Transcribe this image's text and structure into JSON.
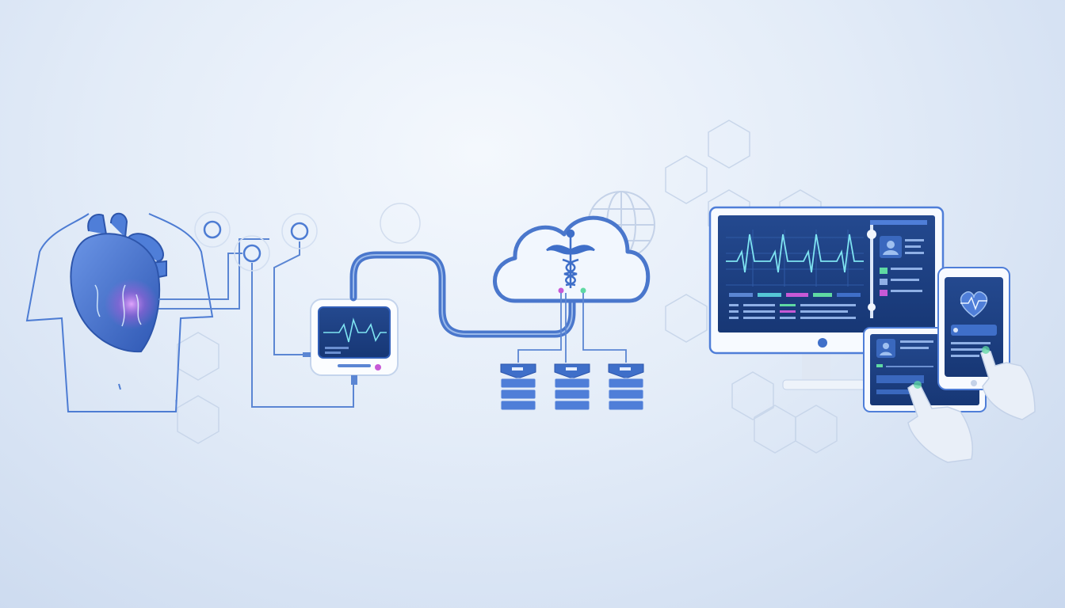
{
  "diagram": {
    "stages": [
      "patient-heart",
      "ecg-sensor-leads",
      "portable-ecg-monitor",
      "medical-cloud",
      "cloud-databases",
      "monitoring-dashboard",
      "tablet-and-phone"
    ]
  },
  "colors": {
    "background": "#e3ecf8",
    "primary": "#3f6fc9",
    "dark_screen": "#1c3e84",
    "line": "#5b86d3",
    "accent_magenta": "#c759d6",
    "accent_green": "#5fd9a3",
    "accent_teal": "#55c6d6"
  },
  "icons": [
    "heart-icon",
    "caduceus-icon",
    "globe-icon",
    "database-icon",
    "heartbeat-icon",
    "avatar-icon",
    "hand-pointer-icon"
  ]
}
